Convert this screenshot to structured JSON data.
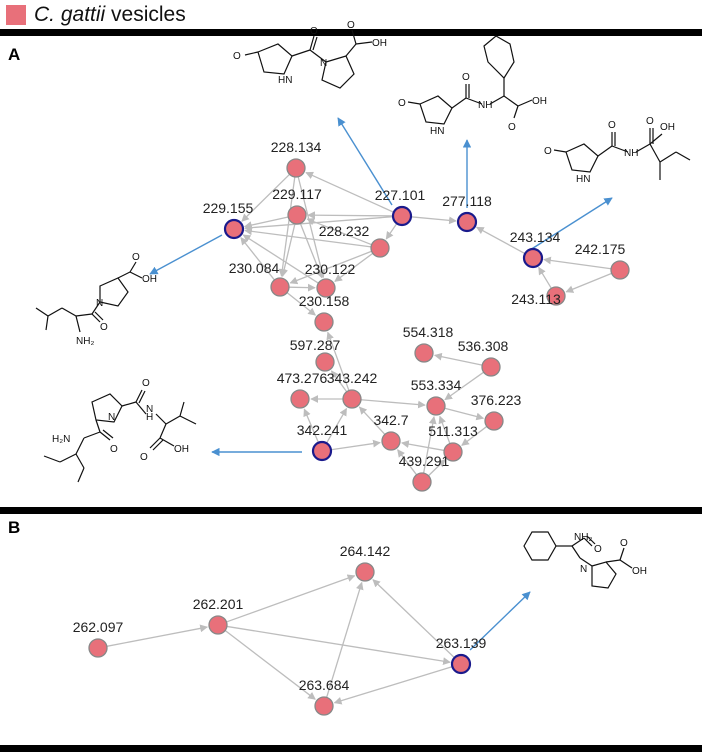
{
  "legend": {
    "species": "C. gattii",
    "suffix": "vesicles",
    "color": "#e8707a"
  },
  "panels": [
    {
      "label": "A"
    },
    {
      "label": "B"
    }
  ],
  "colors": {
    "node_fill": "#e8707a",
    "node_stroke": "#888888",
    "highlight_stroke": "#1a1a8c",
    "edge": "#bdbdbd",
    "link": "#4a90d0"
  },
  "network_a": {
    "nodes": [
      {
        "id": "228.134",
        "label": "228.134",
        "highlight": false
      },
      {
        "id": "229.155",
        "label": "229.155",
        "highlight": true
      },
      {
        "id": "229.117",
        "label": "229.117",
        "highlight": false
      },
      {
        "id": "227.101",
        "label": "227.101",
        "highlight": true
      },
      {
        "id": "228.232",
        "label": "228.232",
        "highlight": false
      },
      {
        "id": "230.084",
        "label": "230.084",
        "highlight": false
      },
      {
        "id": "230.122",
        "label": "230.122",
        "highlight": false
      },
      {
        "id": "230.158",
        "label": "230.158",
        "highlight": false
      },
      {
        "id": "277.118",
        "label": "277.118",
        "highlight": true
      },
      {
        "id": "243.134",
        "label": "243.134",
        "highlight": true
      },
      {
        "id": "242.175",
        "label": "242.175",
        "highlight": false
      },
      {
        "id": "243.113",
        "label": "243.113",
        "highlight": false
      },
      {
        "id": "597.287",
        "label": "597.287",
        "highlight": false
      },
      {
        "id": "473.276",
        "label": "473.276",
        "highlight": false
      },
      {
        "id": "343.242",
        "label": "343.242",
        "highlight": false
      },
      {
        "id": "554.318",
        "label": "554.318",
        "highlight": false
      },
      {
        "id": "536.308",
        "label": "536.308",
        "highlight": false
      },
      {
        "id": "553.334",
        "label": "553.334",
        "highlight": false
      },
      {
        "id": "376.223",
        "label": "376.223",
        "highlight": false
      },
      {
        "id": "342.241",
        "label": "342.241",
        "highlight": true
      },
      {
        "id": "342.7",
        "label": "342.7",
        "highlight": false
      },
      {
        "id": "511.313",
        "label": "511.313",
        "highlight": false
      },
      {
        "id": "439.291",
        "label": "439.291",
        "highlight": false
      }
    ],
    "edges": [
      [
        "228.134",
        "229.155"
      ],
      [
        "229.117",
        "229.155"
      ],
      [
        "228.232",
        "229.155"
      ],
      [
        "227.101",
        "229.155"
      ],
      [
        "230.084",
        "229.155"
      ],
      [
        "230.122",
        "229.155"
      ],
      [
        "228.134",
        "230.084"
      ],
      [
        "228.134",
        "230.122"
      ],
      [
        "227.101",
        "228.134"
      ],
      [
        "227.101",
        "229.117"
      ],
      [
        "227.101",
        "228.232"
      ],
      [
        "227.101",
        "277.118"
      ],
      [
        "228.232",
        "229.117"
      ],
      [
        "229.117",
        "230.084"
      ],
      [
        "229.117",
        "230.122"
      ],
      [
        "228.232",
        "230.084"
      ],
      [
        "228.232",
        "230.122"
      ],
      [
        "230.084",
        "230.122"
      ],
      [
        "230.084",
        "230.158"
      ],
      [
        "243.134",
        "277.118"
      ],
      [
        "242.175",
        "243.134"
      ],
      [
        "242.175",
        "243.113"
      ],
      [
        "243.113",
        "243.134"
      ],
      [
        "343.242",
        "230.158"
      ],
      [
        "343.242",
        "597.287"
      ],
      [
        "343.242",
        "473.276"
      ],
      [
        "342.241",
        "473.276"
      ],
      [
        "342.241",
        "343.242"
      ],
      [
        "342.241",
        "342.7"
      ],
      [
        "343.242",
        "553.334"
      ],
      [
        "342.7",
        "343.242"
      ],
      [
        "553.334",
        "376.223"
      ],
      [
        "536.308",
        "554.318"
      ],
      [
        "536.308",
        "553.334"
      ],
      [
        "511.313",
        "553.334"
      ],
      [
        "511.313",
        "342.7"
      ],
      [
        "439.291",
        "342.7"
      ],
      [
        "439.291",
        "511.313"
      ],
      [
        "439.291",
        "553.334"
      ],
      [
        "376.223",
        "511.313"
      ]
    ]
  },
  "network_b": {
    "nodes": [
      {
        "id": "262.097",
        "label": "262.097",
        "highlight": false
      },
      {
        "id": "262.201",
        "label": "262.201",
        "highlight": false
      },
      {
        "id": "264.142",
        "label": "264.142",
        "highlight": false
      },
      {
        "id": "263.139",
        "label": "263.139",
        "highlight": true
      },
      {
        "id": "263.684",
        "label": "263.684",
        "highlight": false
      }
    ],
    "edges": [
      [
        "262.097",
        "262.201"
      ],
      [
        "262.201",
        "264.142"
      ],
      [
        "262.201",
        "263.139"
      ],
      [
        "262.201",
        "263.684"
      ],
      [
        "263.139",
        "264.142"
      ],
      [
        "263.139",
        "263.684"
      ],
      [
        "263.684",
        "264.142"
      ]
    ]
  },
  "structures": {
    "atom_O": "O",
    "atom_OH": "OH",
    "atom_N": "N",
    "atom_H": "H",
    "atom_NH": "NH",
    "atom_NH2": "NH₂",
    "atom_H2N": "H₂N",
    "atom_HN": "HN"
  }
}
